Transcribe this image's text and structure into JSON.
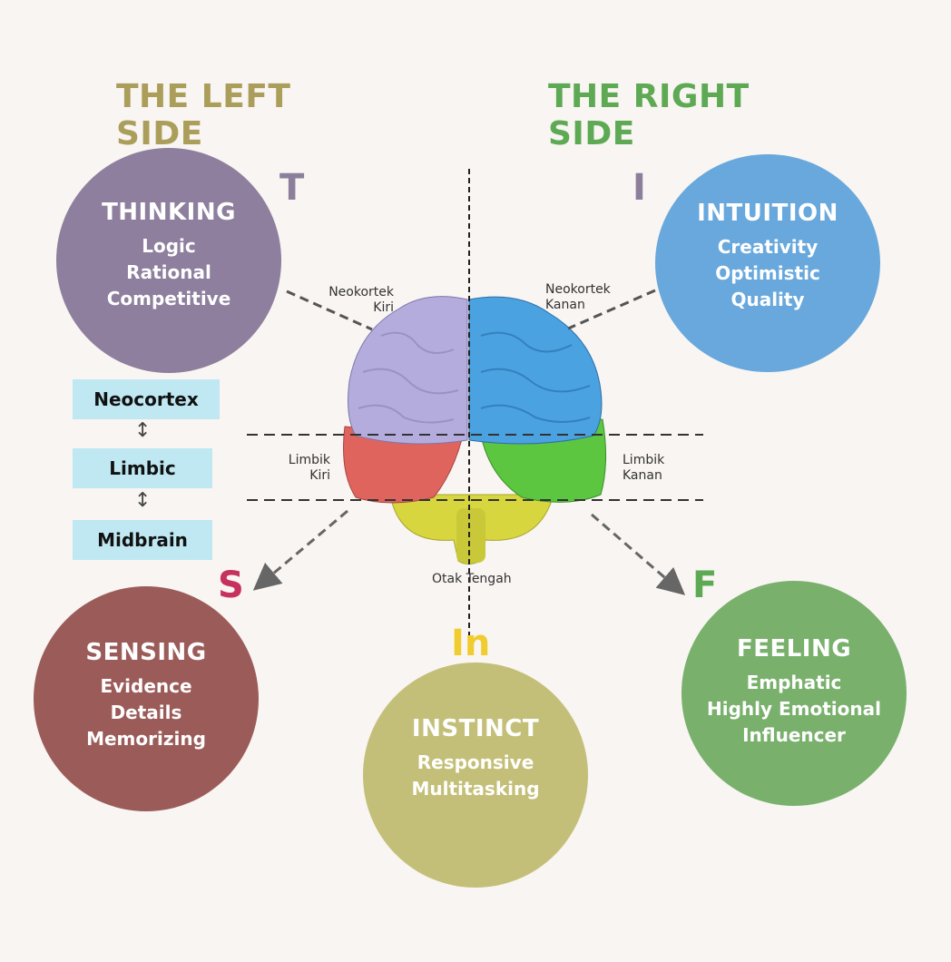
{
  "titles": {
    "left": "THE LEFT SIDE",
    "right": "THE RIGHT SIDE"
  },
  "colors": {
    "left_title": "#ab9e5a",
    "right_title": "#5ea954",
    "thinking": "#8d7f9d",
    "intuition": "#68a8dc",
    "sensing": "#9b5c59",
    "instinct": "#c4bf78",
    "feeling": "#78b06c",
    "level_box": "#bfe8f3",
    "brain_left_neocortex": "#b3acdc",
    "brain_right_neocortex": "#4aa2e0",
    "brain_left_limbic": "#e0645e",
    "brain_right_limbic": "#5cc640",
    "brain_midbrain": "#d7d63e"
  },
  "quadrants": [
    {
      "id": "thinking",
      "letter": "T",
      "title": "THINKING",
      "traits": [
        "Logic",
        "Rational",
        "Competitive"
      ]
    },
    {
      "id": "intuition",
      "letter": "I",
      "title": "INTUITION",
      "traits": [
        "Creativity",
        "Optimistic",
        "Quality"
      ]
    },
    {
      "id": "sensing",
      "letter": "S",
      "title": "SENSING",
      "traits": [
        "Evidence",
        "Details",
        "Memorizing"
      ]
    },
    {
      "id": "instinct",
      "letter": "In",
      "title": "INSTINCT",
      "traits": [
        "Responsive",
        "Multitasking"
      ]
    },
    {
      "id": "feeling",
      "letter": "F",
      "title": "FEELING",
      "traits": [
        "Emphatic",
        "Highly Emotional",
        "Influencer"
      ]
    }
  ],
  "levels": [
    "Neocortex",
    "Limbic",
    "Midbrain"
  ],
  "level_connector_icon": "up-down-arrow-icon",
  "level_connector_glyph": "↕",
  "brain_regions": {
    "neokortek_kiri": [
      "Neokortek",
      "Kiri"
    ],
    "neokortek_kanan": [
      "Neokortek",
      "Kanan"
    ],
    "limbik_kiri": [
      "Limbik",
      "Kiri"
    ],
    "limbik_kanan": [
      "Limbik",
      "Kanan"
    ],
    "otak_tengah": "Otak Tengah"
  }
}
